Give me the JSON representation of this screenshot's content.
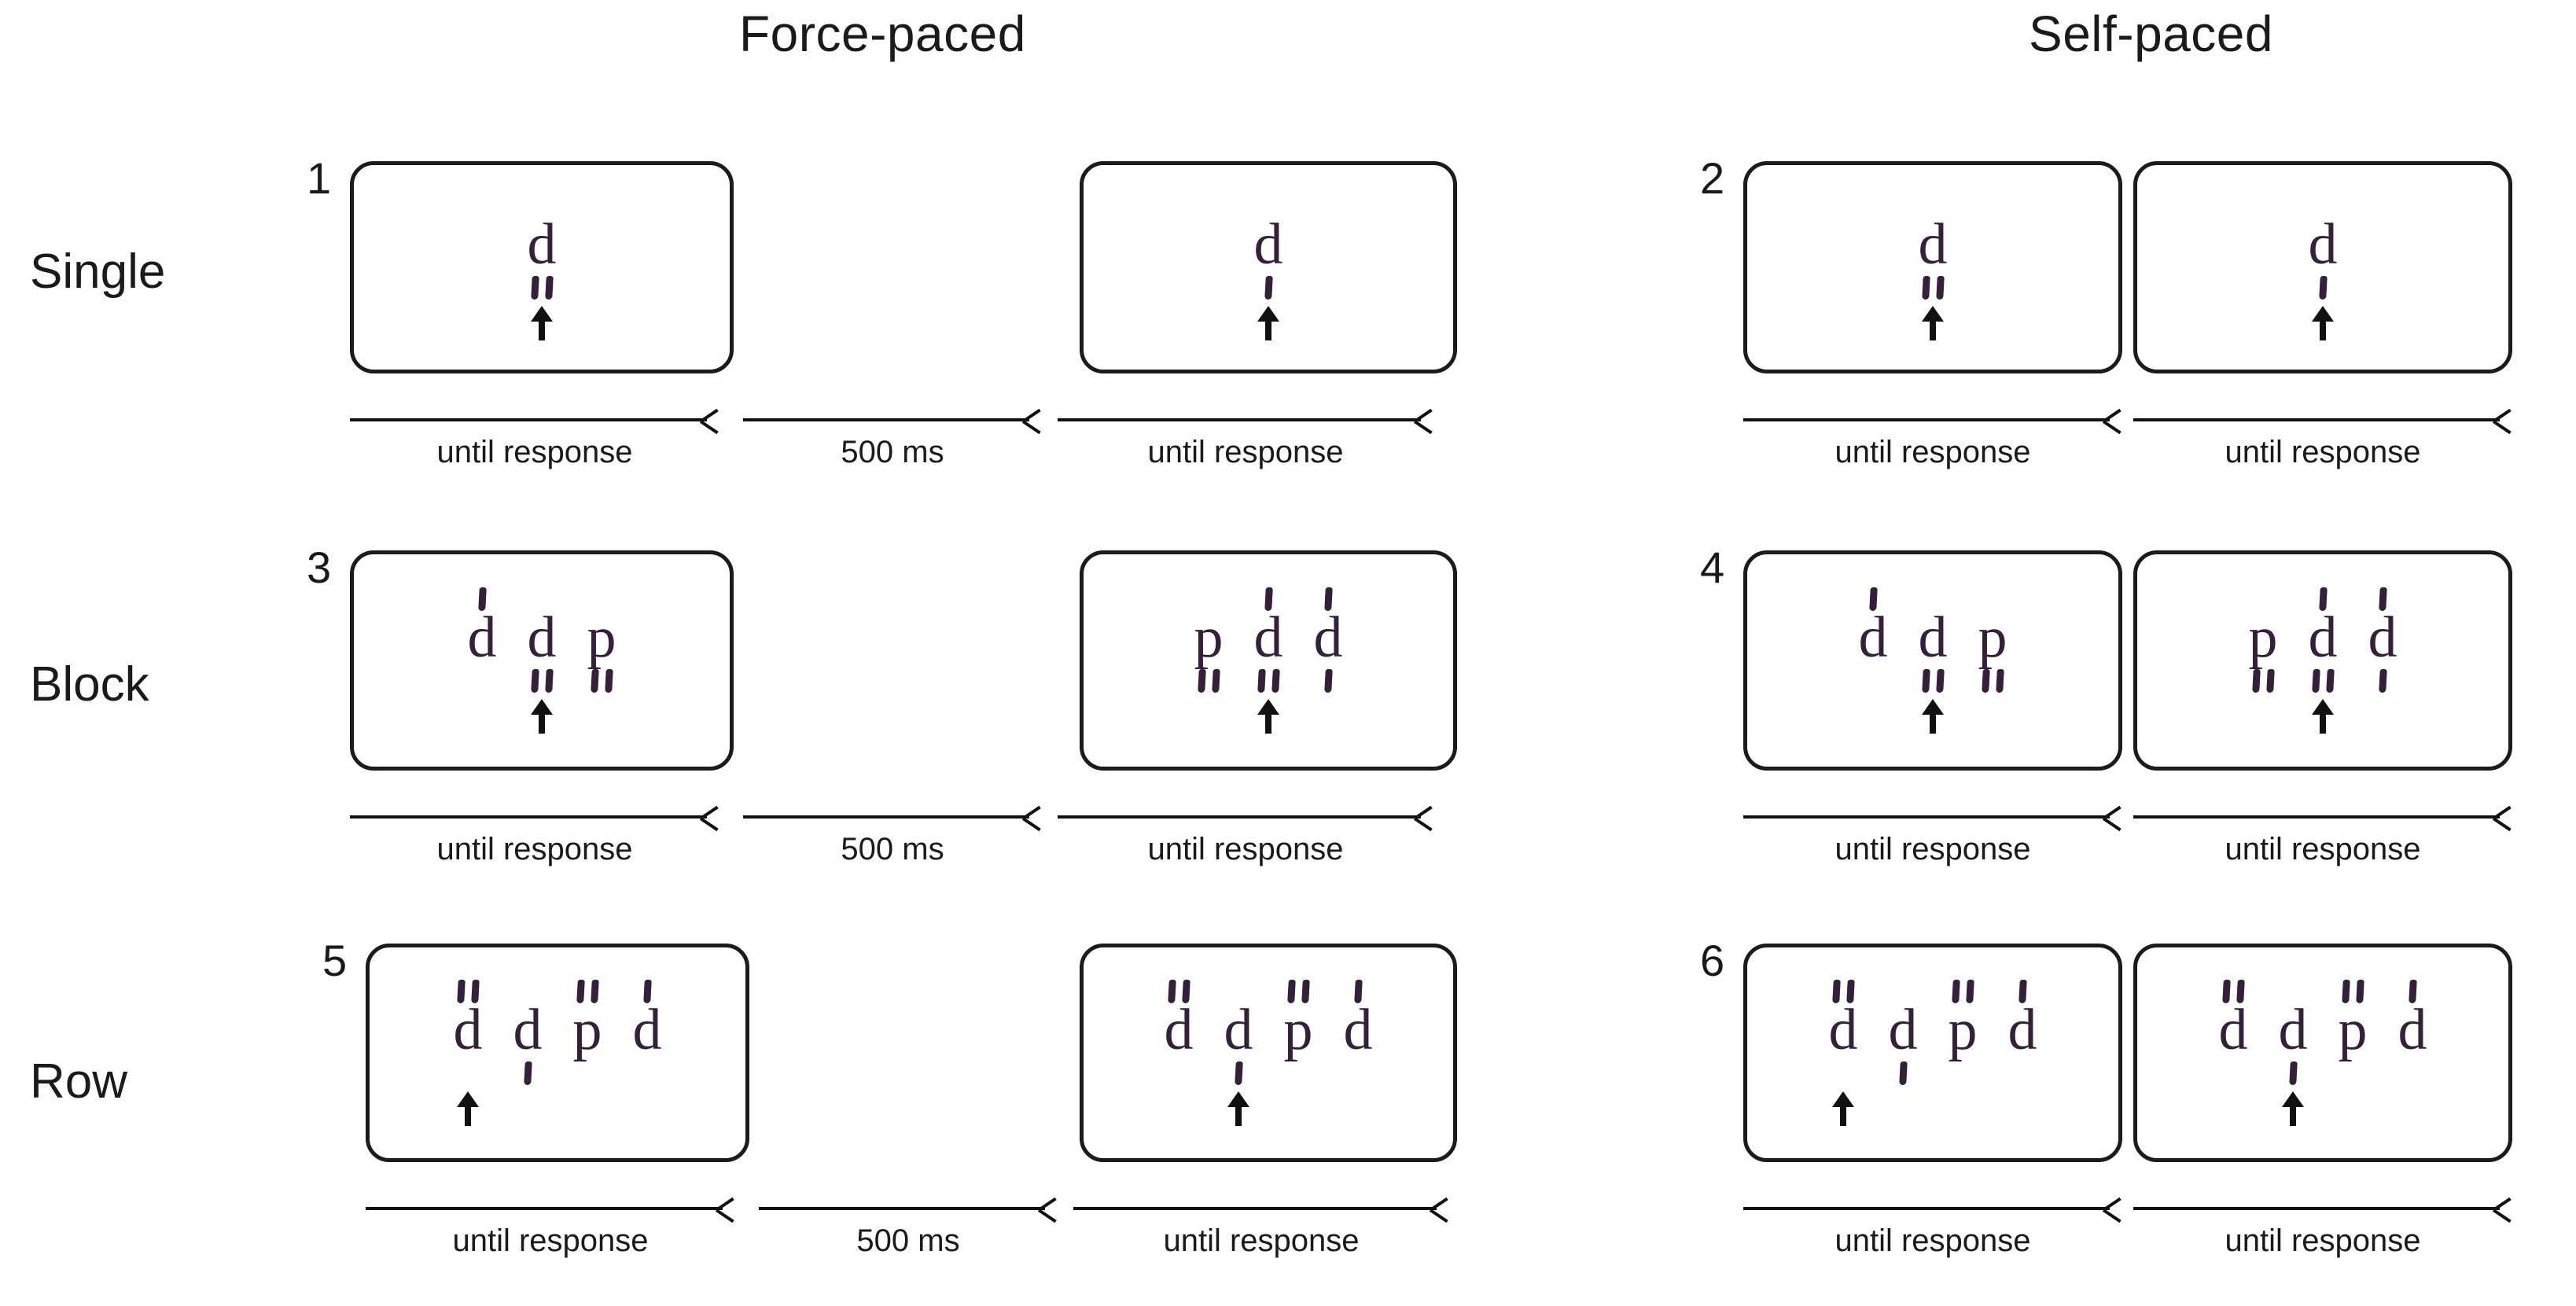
{
  "headers": {
    "force_paced": "Force-paced",
    "self_paced": "Self-paced"
  },
  "row_labels": {
    "single": "Single",
    "block": "Block",
    "row": "Row"
  },
  "timeline_labels": {
    "until_response": "until response",
    "isi": "500 ms"
  },
  "colors": {
    "stimulus": "#35203a",
    "outline": "#1b1b1b",
    "text": "#1a1a1a",
    "background": "#ffffff"
  },
  "icons": {
    "cue": "up-arrow-icon",
    "tick": "tally-mark-icon"
  },
  "cells": [
    {
      "number": "1",
      "pacing": "force-paced",
      "layout": "single",
      "screens": [
        {
          "stimuli": [
            {
              "letter": "d",
              "above": 0,
              "below": 2,
              "cued": true
            }
          ]
        },
        {
          "stimuli": [
            {
              "letter": "d",
              "above": 0,
              "below": 1,
              "cued": true
            }
          ]
        }
      ],
      "timeline": [
        {
          "label": "until response"
        },
        {
          "label": "500 ms"
        },
        {
          "label": "until response"
        }
      ]
    },
    {
      "number": "2",
      "pacing": "self-paced",
      "layout": "single",
      "screens": [
        {
          "stimuli": [
            {
              "letter": "d",
              "above": 0,
              "below": 2,
              "cued": true
            }
          ]
        },
        {
          "stimuli": [
            {
              "letter": "d",
              "above": 0,
              "below": 1,
              "cued": true
            }
          ]
        }
      ],
      "timeline": [
        {
          "label": "until response"
        },
        {
          "label": "until response"
        }
      ]
    },
    {
      "number": "3",
      "pacing": "force-paced",
      "layout": "block",
      "screens": [
        {
          "stimuli": [
            {
              "letter": "d",
              "above": 1,
              "below": 0,
              "cued": false
            },
            {
              "letter": "d",
              "above": 0,
              "below": 2,
              "cued": true
            },
            {
              "letter": "p",
              "above": 0,
              "below": 2,
              "cued": false
            }
          ]
        },
        {
          "stimuli": [
            {
              "letter": "p",
              "above": 0,
              "below": 2,
              "cued": false
            },
            {
              "letter": "d",
              "above": 1,
              "below": 2,
              "cued": true
            },
            {
              "letter": "d",
              "above": 1,
              "below": 1,
              "cued": false
            }
          ]
        }
      ],
      "timeline": [
        {
          "label": "until response"
        },
        {
          "label": "500 ms"
        },
        {
          "label": "until response"
        }
      ]
    },
    {
      "number": "4",
      "pacing": "self-paced",
      "layout": "block",
      "screens": [
        {
          "stimuli": [
            {
              "letter": "d",
              "above": 1,
              "below": 0,
              "cued": false
            },
            {
              "letter": "d",
              "above": 0,
              "below": 2,
              "cued": true
            },
            {
              "letter": "p",
              "above": 0,
              "below": 2,
              "cued": false
            }
          ]
        },
        {
          "stimuli": [
            {
              "letter": "p",
              "above": 0,
              "below": 2,
              "cued": false
            },
            {
              "letter": "d",
              "above": 1,
              "below": 2,
              "cued": true
            },
            {
              "letter": "d",
              "above": 1,
              "below": 1,
              "cued": false
            }
          ]
        }
      ],
      "timeline": [
        {
          "label": "until response"
        },
        {
          "label": "until response"
        }
      ]
    },
    {
      "number": "5",
      "pacing": "force-paced",
      "layout": "row",
      "screens": [
        {
          "stimuli": [
            {
              "letter": "d",
              "above": 2,
              "below": 0,
              "cued": true
            },
            {
              "letter": "d",
              "above": 0,
              "below": 1,
              "cued": false
            },
            {
              "letter": "p",
              "above": 2,
              "below": 0,
              "cued": false
            },
            {
              "letter": "d",
              "above": 1,
              "below": 0,
              "cued": false
            }
          ]
        },
        {
          "stimuli": [
            {
              "letter": "d",
              "above": 2,
              "below": 0,
              "cued": false
            },
            {
              "letter": "d",
              "above": 0,
              "below": 1,
              "cued": true
            },
            {
              "letter": "p",
              "above": 2,
              "below": 0,
              "cued": false
            },
            {
              "letter": "d",
              "above": 1,
              "below": 0,
              "cued": false
            }
          ]
        }
      ],
      "timeline": [
        {
          "label": "until response"
        },
        {
          "label": "500 ms"
        },
        {
          "label": "until response"
        }
      ]
    },
    {
      "number": "6",
      "pacing": "self-paced",
      "layout": "row",
      "screens": [
        {
          "stimuli": [
            {
              "letter": "d",
              "above": 2,
              "below": 0,
              "cued": true
            },
            {
              "letter": "d",
              "above": 0,
              "below": 1,
              "cued": false
            },
            {
              "letter": "p",
              "above": 2,
              "below": 0,
              "cued": false
            },
            {
              "letter": "d",
              "above": 1,
              "below": 0,
              "cued": false
            }
          ]
        },
        {
          "stimuli": [
            {
              "letter": "d",
              "above": 2,
              "below": 0,
              "cued": false
            },
            {
              "letter": "d",
              "above": 0,
              "below": 1,
              "cued": true
            },
            {
              "letter": "p",
              "above": 2,
              "below": 0,
              "cued": false
            },
            {
              "letter": "d",
              "above": 1,
              "below": 0,
              "cued": false
            }
          ]
        }
      ],
      "timeline": [
        {
          "label": "until response"
        },
        {
          "label": "until response"
        }
      ]
    }
  ]
}
